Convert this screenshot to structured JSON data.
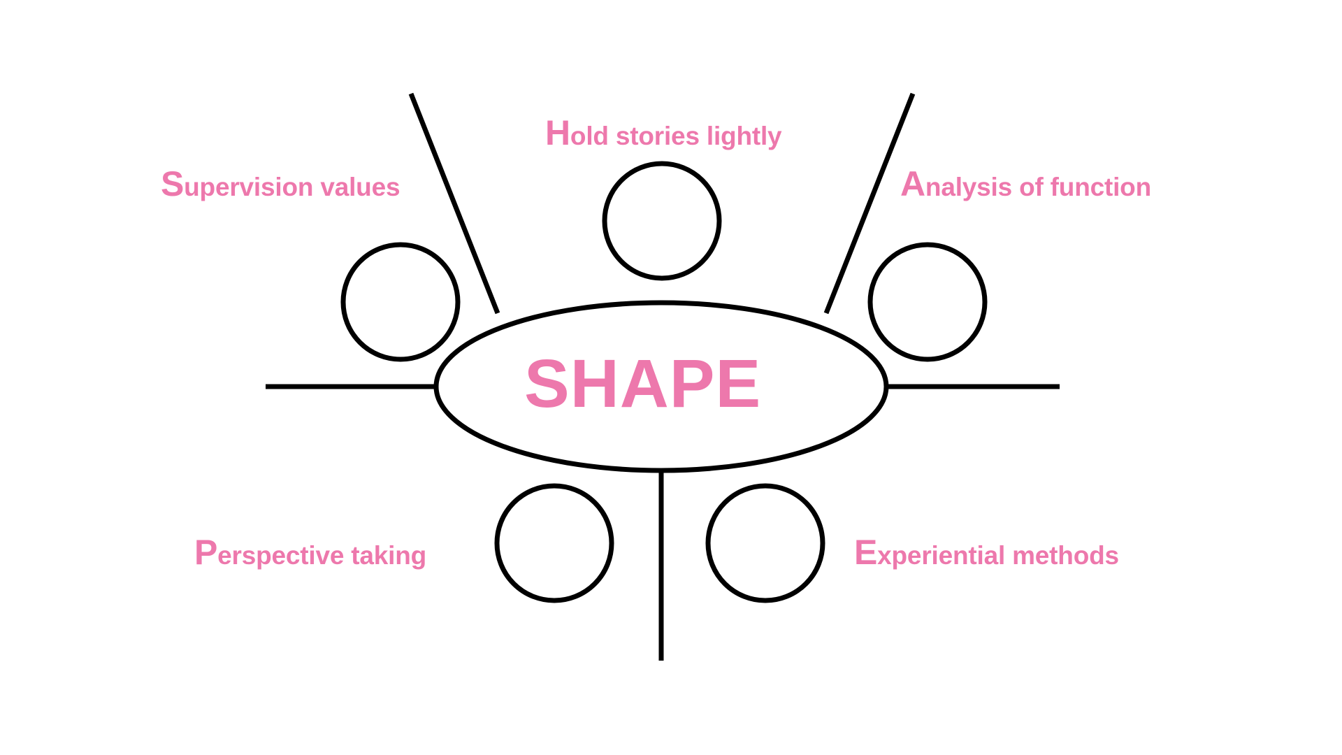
{
  "diagram": {
    "type": "acronym-hub-and-spoke",
    "title": "SHAPE",
    "center": {
      "label": "SHAPE",
      "shape": "ellipse",
      "text_color": "#ED78AC",
      "stroke_color": "#000000"
    },
    "palette": {
      "accent_pink": "#ED78AC",
      "stroke_black": "#000000",
      "background": "#FFFFFF"
    },
    "nodes": [
      {
        "key": "S",
        "lead_letter": "S",
        "rest_text": "upervision values",
        "full_text": "Supervision values",
        "position": "top-left",
        "connector": "diagonal-line",
        "shape": "circle"
      },
      {
        "key": "H",
        "lead_letter": "H",
        "rest_text": "old stories lightly",
        "full_text": "Hold stories lightly",
        "position": "top-center",
        "connector": "none",
        "shape": "circle"
      },
      {
        "key": "A",
        "lead_letter": "A",
        "rest_text": "nalysis of function",
        "full_text": "Analysis of function",
        "position": "top-right",
        "connector": "diagonal-line",
        "shape": "circle"
      },
      {
        "key": "P",
        "lead_letter": "P",
        "rest_text": "erspective taking",
        "full_text": "Perspective taking",
        "position": "bottom-left",
        "connector": "horizontal-line",
        "shape": "circle"
      },
      {
        "key": "E",
        "lead_letter": "E",
        "rest_text": "xperiential methods",
        "full_text": "Experiential methods",
        "position": "bottom-right",
        "connector": "horizontal-line",
        "shape": "circle"
      }
    ]
  }
}
